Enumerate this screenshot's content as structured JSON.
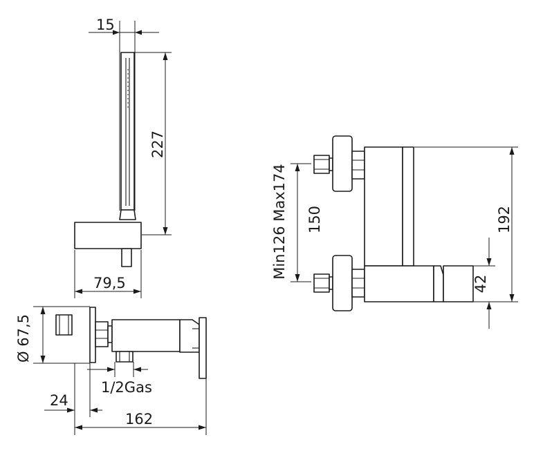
{
  "dimensions": {
    "hand_shower_width": "15",
    "hand_shower_length": "227",
    "holder_depth": "79,5",
    "flange_diameter": "Ø 67,5",
    "inlet_thread": "1/2Gas",
    "wall_offset": "24",
    "mixer_depth": "162",
    "inlet_centers_range": "Min126 Max174",
    "inlet_centers": "150",
    "mixer_height": "192",
    "body_height": "42"
  }
}
